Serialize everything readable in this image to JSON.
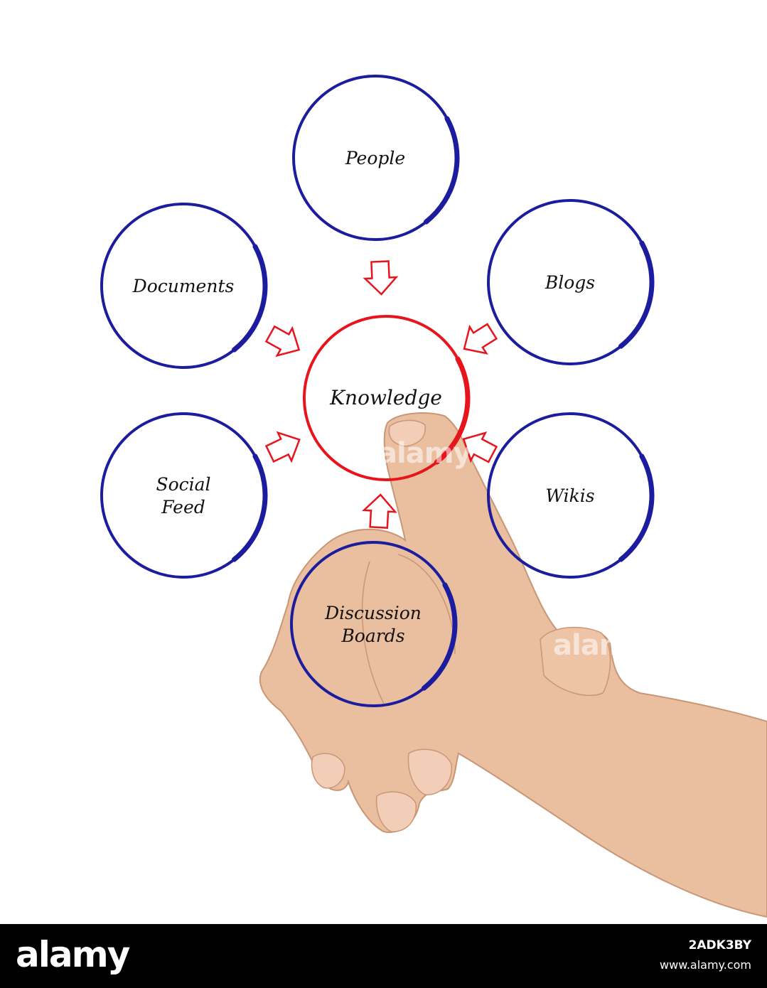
{
  "diagram": {
    "center": {
      "label": "Knowledge",
      "color": "#e8141c"
    },
    "nodes": [
      {
        "id": "people",
        "lines": [
          "People"
        ]
      },
      {
        "id": "blogs",
        "lines": [
          "Blogs"
        ]
      },
      {
        "id": "wikis",
        "lines": [
          "Wikis"
        ]
      },
      {
        "id": "discussion-boards",
        "lines": [
          "Discussion",
          "Boards"
        ]
      },
      {
        "id": "social-feed",
        "lines": [
          "Social",
          "Feed"
        ]
      },
      {
        "id": "documents",
        "lines": [
          "Documents"
        ]
      }
    ],
    "node_color": "#1c1c9e",
    "arrow_color": "#e8141c"
  },
  "watermarks": [
    "alamy",
    "alamy",
    "alamy"
  ],
  "footer": {
    "logo": "alamy",
    "code": "2ADK3BY",
    "url": "www.alamy.com"
  }
}
